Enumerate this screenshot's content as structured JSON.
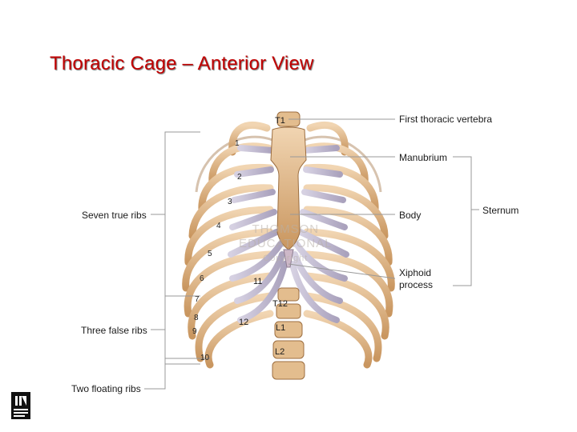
{
  "title": "Thoracic Cage – Anterior View",
  "labels": {
    "first_thoracic_vertebra": "First thoracic vertebra",
    "manubrium": "Manubrium",
    "body": "Body",
    "xiphoid_line1": "Xiphoid",
    "xiphoid_line2": "process",
    "sternum": "Sternum",
    "seven_true_ribs": "Seven true ribs",
    "three_false_ribs": "Three false ribs",
    "two_floating_ribs": "Two floating ribs"
  },
  "vertebra_tags": {
    "t1": "T1",
    "t11": "11",
    "t12": "T12",
    "t12_rib": "12",
    "l1": "L1",
    "l2": "L2"
  },
  "rib_numbers": [
    "1",
    "2",
    "3",
    "4",
    "5",
    "6",
    "7",
    "8",
    "9",
    "10"
  ],
  "watermark": {
    "line1": "THOMSON",
    "line2": "EDUCATIONAL",
    "line3": "Copyright"
  },
  "colors": {
    "title": "#c00000",
    "bone": "#e8c7a0",
    "cartilage": "#c9c3d6"
  }
}
